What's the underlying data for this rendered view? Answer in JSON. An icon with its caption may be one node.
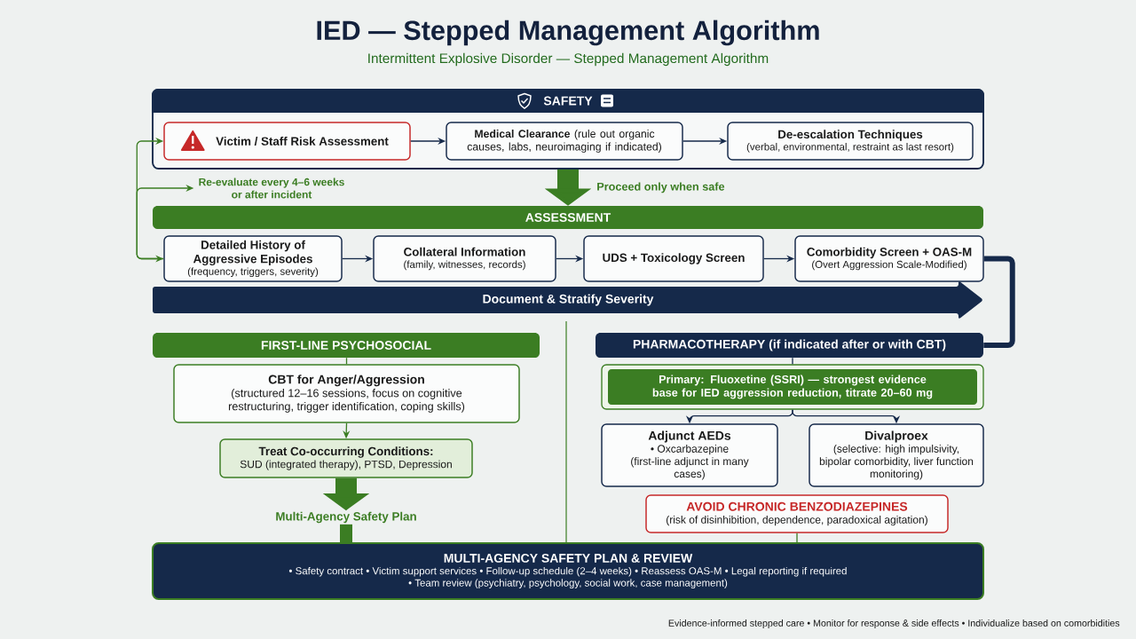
{
  "diagram": {
    "title": "IED — Stepped Management Algorithm",
    "nodes": [
      {
        "text": [
          "SAFETY"
        ]
      },
      {
        "text": [
          "Victim / Staff Risk Assessment"
        ],
        "in": 0
      },
      {
        "text": [
          "**Medical Clearance** (rule out organic causes, labs, neuroimaging if indicated)"
        ],
        "in": 0
      },
      {
        "text": [
          "De-escalation Techniques",
          "(verbal, environmental, restraint as last resort)"
        ],
        "in": 0
      },
      {
        "text": [
          "Re-evaluate every 4–6 weeks or after incident"
        ]
      },
      {
        "text": [
          "ASSESSMENT"
        ]
      },
      {
        "text": [
          "Detailed History of Aggressive Episodes",
          "(frequency, triggers, severity)"
        ]
      },
      {
        "text": [
          "Collateral Information",
          "(family, witnesses, records)"
        ]
      },
      {
        "text": [
          "UDS + Toxicology Screen"
        ]
      },
      {
        "text": [
          "Comorbidity Screen + OAS-M",
          "(Overt Aggression Scale-Modified)"
        ]
      },
      {
        "text": [
          "Document & Stratify Severity"
        ]
      },
      {
        "text": [
          "FIRST-LINE PSYCHOSOCIAL"
        ]
      },
      {
        "text": [
          "CBT for Anger/Aggression",
          "(structured 12–16 sessions, focus on cognitive restructuring, trigger identification, coping skills)"
        ]
      },
      {
        "text": [
          "Treat Co-occurring Conditions:",
          "SUD (integrated therapy), PTSD, Depression"
        ]
      },
      {
        "text": [
          "Multi-Agency Safety Plan"
        ]
      },
      {
        "text": [
          "PHARMACOTHERAPY (if indicated after or with CBT)"
        ]
      },
      {
        "text": [
          "Primary: Fluoxetine (SSRI) — strongest evidence base for IED aggression reduction, titrate 20–60 mg"
        ]
      },
      {
        "text": [
          "Adjunct AEDs",
          "• Oxcarbazepine",
          "(first-line adjunct in many cases)"
        ]
      },
      {
        "text": [
          "Divalproex",
          "(selective: high impulsivity, bipolar comorbidity, liver function monitoring)"
        ]
      },
      {
        "text": [
          "AVOID CHRONIC BENZODIAZEPINES",
          "(risk of disinhibition, dependence, paradoxical agitation)"
        ]
      },
      {
        "text": [
          "MULTI-AGENCY SAFETY PLAN & REVIEW",
          "• Safety contract • Victim support services • Follow-up schedule (2–4 weeks) • Reassess OAS-M • Legal reporting if required",
          "• Team review (psychiatry, psychology, social work, case management)"
        ]
      }
    ],
    "edges": [
      {
        "from": 1,
        "to": 2,
        "arrow": "to"
      },
      {
        "from": 2,
        "to": 3,
        "arrow": "to"
      },
      {
        "from": 0,
        "to": 5,
        "arrow": "to",
        "label": "Proceed only when safe",
        "style": "thick",
        "color": "#3b7d23"
      },
      {
        "from": 6,
        "to": 1,
        "arrow": "both",
        "color": "#3b7d23"
      },
      {
        "from": 6,
        "to": 4,
        "arrow": "to",
        "color": "#3b7d23"
      },
      {
        "from": 6,
        "to": 7,
        "arrow": "to"
      },
      {
        "from": 7,
        "to": 8,
        "arrow": "to"
      },
      {
        "from": 8,
        "to": 9,
        "arrow": "to"
      },
      {
        "from": 9,
        "to": 15,
        "arrow": "none",
        "style": "thick"
      },
      {
        "from": 11,
        "to": 12,
        "arrow": "none",
        "color": "#3b7d23"
      },
      {
        "from": 12,
        "to": 13,
        "arrow": "to",
        "color": "#3b7d23"
      },
      {
        "from": 13,
        "to": 14,
        "arrow": "to",
        "style": "thick",
        "color": "#3b7d23"
      },
      {
        "from": 14,
        "to": 20,
        "arrow": "none",
        "style": "thick",
        "color": "#3b7d23"
      },
      {
        "from": 15,
        "to": 16,
        "arrow": "none"
      },
      {
        "from": 16,
        "to": 17,
        "arrow": "to"
      },
      {
        "from": 16,
        "to": 18,
        "arrow": "to"
      },
      {
        "from": 19,
        "to": 20,
        "arrow": "none",
        "color": "#3b7d23"
      }
    ],
    "labels": [
      "Intermittent Explosive Disorder — Stepped Management Algorithm",
      "Evidence-informed stepped care • Monitor for response & side effects • Individualize based on comorbidities"
    ]
  }
}
